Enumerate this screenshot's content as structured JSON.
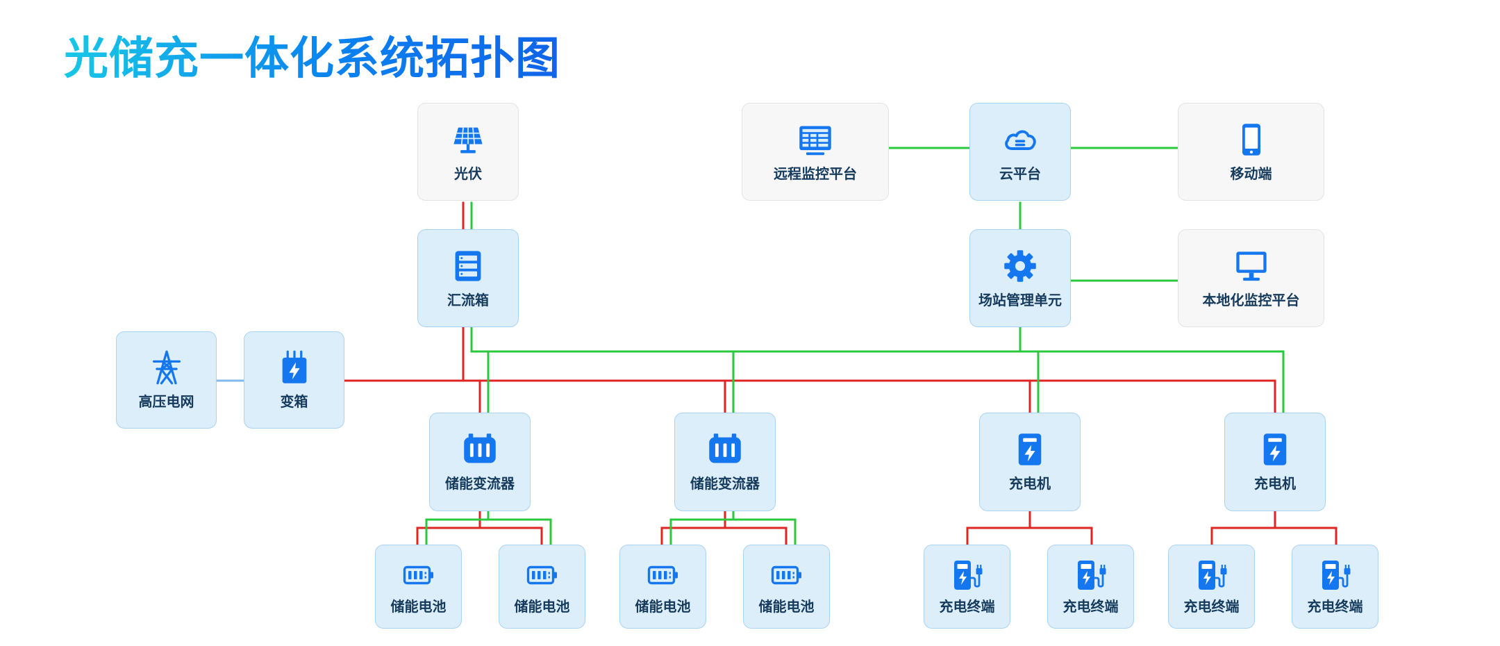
{
  "title": "光储充一体化系统拓扑图",
  "colors": {
    "power_line": "#e02424",
    "comm_line": "#29c93d",
    "grid_link": "#7fb8ea",
    "icon": "#1577f0",
    "node_blue_bg": "#ddeefb",
    "node_gray_bg": "#f7f7f7"
  },
  "nodes": {
    "pv": {
      "label": "光伏",
      "icon": "solar-panel-icon"
    },
    "combiner": {
      "label": "汇流箱",
      "icon": "server-cabinet-icon"
    },
    "grid": {
      "label": "高压电网",
      "icon": "power-tower-icon"
    },
    "transformer": {
      "label": "变箱",
      "icon": "transformer-icon"
    },
    "remote": {
      "label": "远程监控平台",
      "icon": "monitor-screen-icon"
    },
    "cloud": {
      "label": "云平台",
      "icon": "cloud-icon"
    },
    "mobile": {
      "label": "移动端",
      "icon": "phone-icon"
    },
    "station": {
      "label": "场站管理单元",
      "icon": "gear-icon"
    },
    "local": {
      "label": "本地化监控平台",
      "icon": "desktop-monitor-icon"
    },
    "pcs1": {
      "label": "储能变流器",
      "icon": "converter-icon"
    },
    "pcs2": {
      "label": "储能变流器",
      "icon": "converter-icon"
    },
    "charger1": {
      "label": "充电机",
      "icon": "charger-cabinet-icon"
    },
    "charger2": {
      "label": "充电机",
      "icon": "charger-cabinet-icon"
    },
    "batt1": {
      "label": "储能电池",
      "icon": "battery-icon"
    },
    "batt2": {
      "label": "储能电池",
      "icon": "battery-icon"
    },
    "batt3": {
      "label": "储能电池",
      "icon": "battery-icon"
    },
    "batt4": {
      "label": "储能电池",
      "icon": "battery-icon"
    },
    "term1": {
      "label": "充电终端",
      "icon": "ev-charger-icon"
    },
    "term2": {
      "label": "充电终端",
      "icon": "ev-charger-icon"
    },
    "term3": {
      "label": "充电终端",
      "icon": "ev-charger-icon"
    },
    "term4": {
      "label": "充电终端",
      "icon": "ev-charger-icon"
    }
  }
}
